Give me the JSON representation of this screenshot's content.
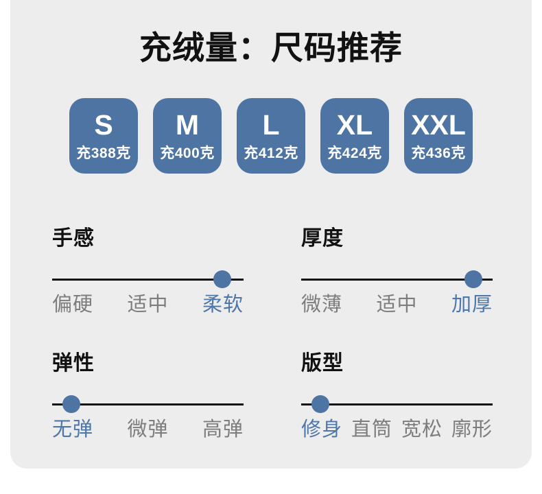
{
  "title": "充绒量：尺码推荐",
  "colors": {
    "accent": "#4d74a3",
    "accent_text": "#4e77a9",
    "card_bg": "#ededed",
    "page_bg": "#ffffff",
    "text_primary": "#111111",
    "text_muted": "#7d7d7d"
  },
  "sizes": [
    {
      "label": "S",
      "fill": "充388克"
    },
    {
      "label": "M",
      "fill": "充400克"
    },
    {
      "label": "L",
      "fill": "充412克"
    },
    {
      "label": "XL",
      "fill": "充424克"
    },
    {
      "label": "XXL",
      "fill": "充436克"
    }
  ],
  "attributes": [
    {
      "name": "手感",
      "options": [
        "偏硬",
        "适中",
        "柔软"
      ],
      "selected": "柔软",
      "selected_index": 2,
      "dot_percent": 89
    },
    {
      "name": "厚度",
      "options": [
        "微薄",
        "适中",
        "加厚"
      ],
      "selected": "加厚",
      "selected_index": 2,
      "dot_percent": 90
    },
    {
      "name": "弹性",
      "options": [
        "无弹",
        "微弹",
        "高弹"
      ],
      "selected": "无弹",
      "selected_index": 0,
      "dot_percent": 10
    },
    {
      "name": "版型",
      "options": [
        "修身",
        "直筒",
        "宽松",
        "廓形"
      ],
      "selected": "修身",
      "selected_index": 0,
      "dot_percent": 10
    }
  ]
}
